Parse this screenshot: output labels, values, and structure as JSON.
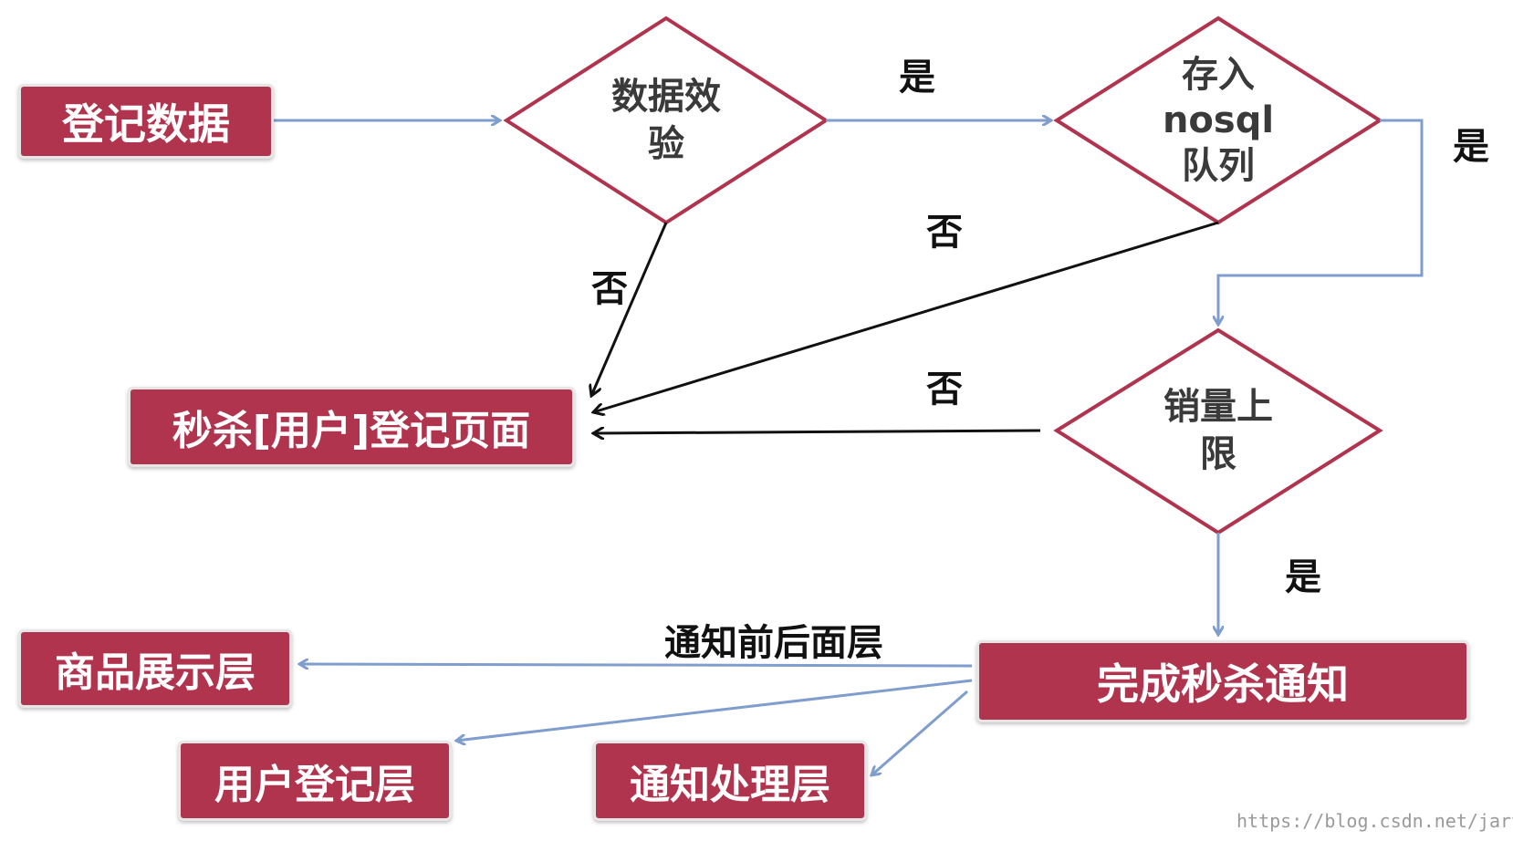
{
  "nodes": {
    "register_data": "登记数据",
    "data_validation": [
      "数据效",
      "验"
    ],
    "store_nosql": [
      "存入",
      "nosql",
      "队列"
    ],
    "sales_limit": [
      "销量上",
      "限"
    ],
    "signup_page": "秒杀[用户]登记页面",
    "complete_notify": "完成秒杀通知",
    "product_layer": "商品展示层",
    "user_register_layer": "用户登记层",
    "notify_layer": "通知处理层"
  },
  "edge_labels": {
    "yes_validation_to_nosql": "是",
    "yes_nosql_to_limit": "是",
    "yes_limit_to_complete": "是",
    "no_validation": "否",
    "no_nosql": "否",
    "no_limit": "否",
    "notify_front_back": "通知前后面层"
  },
  "watermark": "https://blog.csdn.net/jartins",
  "colors": {
    "box_fill": "#b0344e",
    "diamond_stroke": "#b0344e",
    "blue_arrow": "#7f9dcd",
    "black_arrow": "#111111"
  }
}
